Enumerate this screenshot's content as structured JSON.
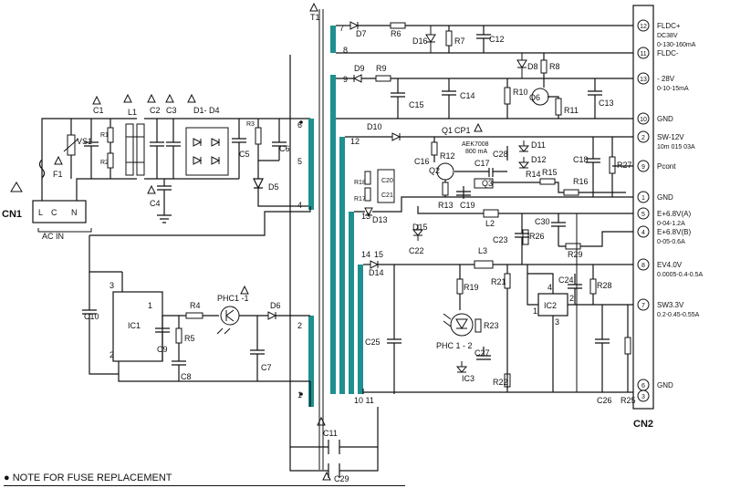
{
  "connectors": {
    "cn1": "CN1",
    "cn2": "CN2",
    "ac_in": "AC IN",
    "cn1_pins": [
      "L",
      "C",
      "N"
    ]
  },
  "transformer": {
    "label": "T1",
    "pins_left": [
      "6",
      "5",
      "4",
      "2",
      "1"
    ],
    "pins_right": [
      "7",
      "8",
      "9",
      "12",
      "13",
      "14",
      "15",
      "10",
      "11"
    ],
    "bottom_label": "10 11"
  },
  "primary": {
    "fuse": "F1",
    "varistor": "VS1",
    "c1": "C1",
    "c2": "C2",
    "c3": "C3",
    "c4": "C4",
    "c5": "C5",
    "c6": "C6",
    "c7": "C7",
    "c8": "C8",
    "c9": "C9",
    "c10": "C10",
    "c11": "C11",
    "c29": "C29",
    "l1": "L1",
    "r1": "R1",
    "r2": "R2",
    "r3": "R3",
    "r4": "R4",
    "r5": "R5",
    "bridge": "D1- D4",
    "d5": "D5",
    "d6": "D6",
    "ic1": "IC1",
    "ic1_pins": [
      "3",
      "1",
      "2"
    ],
    "phc1": "PHC1 -1"
  },
  "secondary": {
    "d7": "D7",
    "d8": "D8",
    "d9": "D9",
    "d10": "D10",
    "d11": "D11",
    "d12": "D12",
    "d13": "D13",
    "d14": "D14",
    "d15": "D15",
    "d16": "D16",
    "r6": "R6",
    "r7": "R7",
    "r8": "R8",
    "r9": "R9",
    "r10": "R10",
    "r11": "R11",
    "r12": "R12",
    "r13": "R13",
    "r14": "R14",
    "r15": "R15",
    "r16": "R16",
    "r17": "R17",
    "r18": "R18",
    "r19": "R19",
    "r21": "R21",
    "r22": "R22",
    "r23": "R23",
    "r25": "R25",
    "r26": "R26",
    "r27": "R27",
    "r28": "R28",
    "r29": "R29",
    "c12": "C12",
    "c13": "C13",
    "c14": "C14",
    "c15": "C15",
    "c16": "C16",
    "c17": "C17",
    "c18": "C18",
    "c19": "C19",
    "c20": "C20",
    "c21": "C21",
    "c22": "C22",
    "c23": "C23",
    "c24": "C24",
    "c25": "C25",
    "c26": "C26",
    "c27": "C27",
    "c28": "C28",
    "c30": "C30",
    "q1": "Q1",
    "q2": "Q2",
    "q3": "Q3",
    "q6": "Q6",
    "cp1": "CP1",
    "cp1_part": "AEK7008",
    "cp1_rating": "800 mA",
    "l2": "L2",
    "l3": "L3",
    "ic2": "IC2",
    "ic2_pins": [
      "4",
      "1",
      "2",
      "3"
    ],
    "ic3": "IC3",
    "phc2": "PHC 1\n- 2"
  },
  "outputs": [
    {
      "pin": "12",
      "label": "FLDC+",
      "spec1": "DC38V",
      "spec2": "0-130-160mA"
    },
    {
      "pin": "11",
      "label": "FLDC-",
      "spec1": "",
      "spec2": ""
    },
    {
      "pin": "13",
      "label": "- 28V",
      "spec1": "0-10-15mA",
      "spec2": ""
    },
    {
      "pin": "10",
      "label": "GND",
      "spec1": "",
      "spec2": ""
    },
    {
      "pin": "2",
      "label": "SW-12V",
      "spec1": "10m 015 03A",
      "spec2": ""
    },
    {
      "pin": "9",
      "label": "Pcont",
      "spec1": "",
      "spec2": ""
    },
    {
      "pin": "1",
      "label": "GND",
      "spec1": "",
      "spec2": ""
    },
    {
      "pin": "5",
      "label": "E+6.8V(A)",
      "spec1": "0-04-1.2A",
      "spec2": ""
    },
    {
      "pin": "4",
      "label": "E+6.8V(B)",
      "spec1": "0-05-0.6A",
      "spec2": ""
    },
    {
      "pin": "8",
      "label": "EV4.0V",
      "spec1": "0.0005-0.4-0.5A",
      "spec2": ""
    },
    {
      "pin": "7",
      "label": "SW3.3V",
      "spec1": "0.2-0.45-0.55A",
      "spec2": ""
    },
    {
      "pin": "6",
      "label": "GND",
      "spec1": "",
      "spec2": ""
    },
    {
      "pin": "3",
      "label": "",
      "spec1": "",
      "spec2": ""
    }
  ],
  "note": "● NOTE FOR FUSE REPLACEMENT"
}
